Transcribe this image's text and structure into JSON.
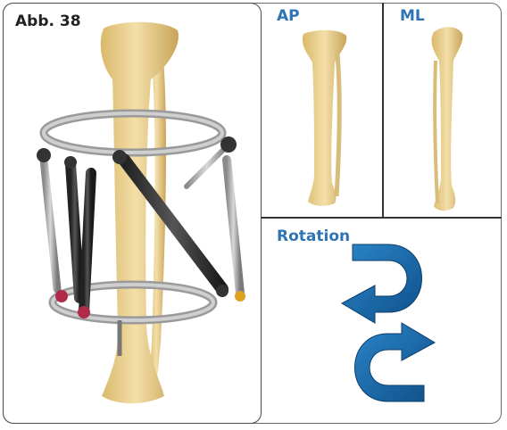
{
  "figure": {
    "label": "Abb. 38",
    "panels": {
      "ap": "AP",
      "ml": "ML",
      "rotation": "Rotation"
    }
  },
  "colors": {
    "view_label": "#2e74b5",
    "arrow": "#1f6fb3",
    "bone": "#e8cf8e",
    "frame": "#4a4a4a"
  },
  "icons": [
    "hexapod-fixator-image",
    "tibia-ap-image",
    "tibia-ml-image",
    "rotation-arrows-icon"
  ]
}
